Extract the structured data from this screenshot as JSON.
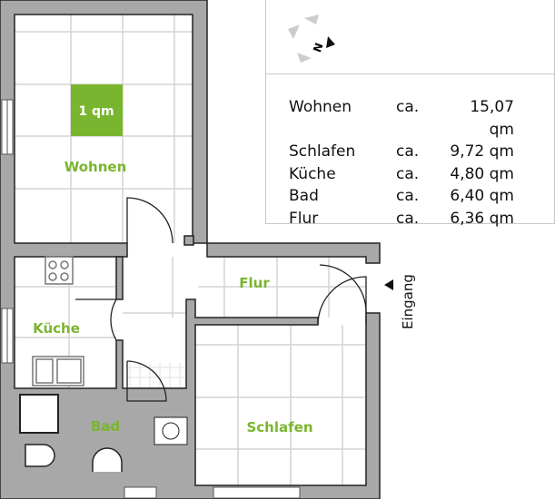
{
  "rooms": {
    "wohnen": "Wohnen",
    "kueche": "Küche",
    "bad": "Bad",
    "flur": "Flur",
    "schlafen": "Schlafen"
  },
  "scale_marker": "1 qm",
  "entrance": "Eingang",
  "compass": {
    "label": "N"
  },
  "areas": [
    {
      "room": "Wohnen",
      "approx": "ca.",
      "value": "15,07 qm"
    },
    {
      "room": "Schlafen",
      "approx": "ca.",
      "value": "9,72 qm"
    },
    {
      "room": "Küche",
      "approx": "ca.",
      "value": "4,80 qm"
    },
    {
      "room": "Bad",
      "approx": "ca.",
      "value": "6,40 qm"
    },
    {
      "room": "Flur",
      "approx": "ca.",
      "value": "6,36 qm"
    }
  ],
  "colors": {
    "accent": "#7ab52f",
    "wall": "#a8a8a8"
  }
}
